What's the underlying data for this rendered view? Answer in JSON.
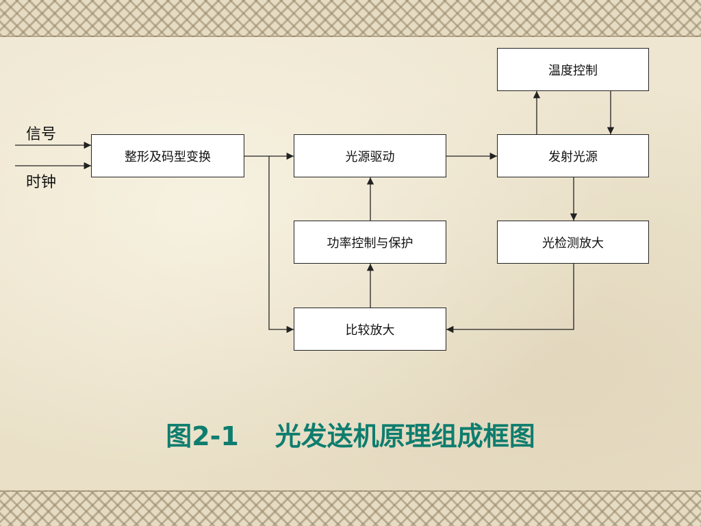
{
  "blocks": {
    "shaping": "整形及码型变换",
    "light_driver": "光源驱动",
    "emitter": "发射光源",
    "temp_control": "温度控制",
    "power_control": "功率控制与保护",
    "detector_amp": "光检测放大",
    "comparator_amp": "比较放大"
  },
  "inputs": {
    "signal": "信号",
    "clock": "时钟"
  },
  "caption": "图2-1    光发送机原理组成框图",
  "colors": {
    "caption": "#0e7d6e",
    "line": "#222222"
  }
}
